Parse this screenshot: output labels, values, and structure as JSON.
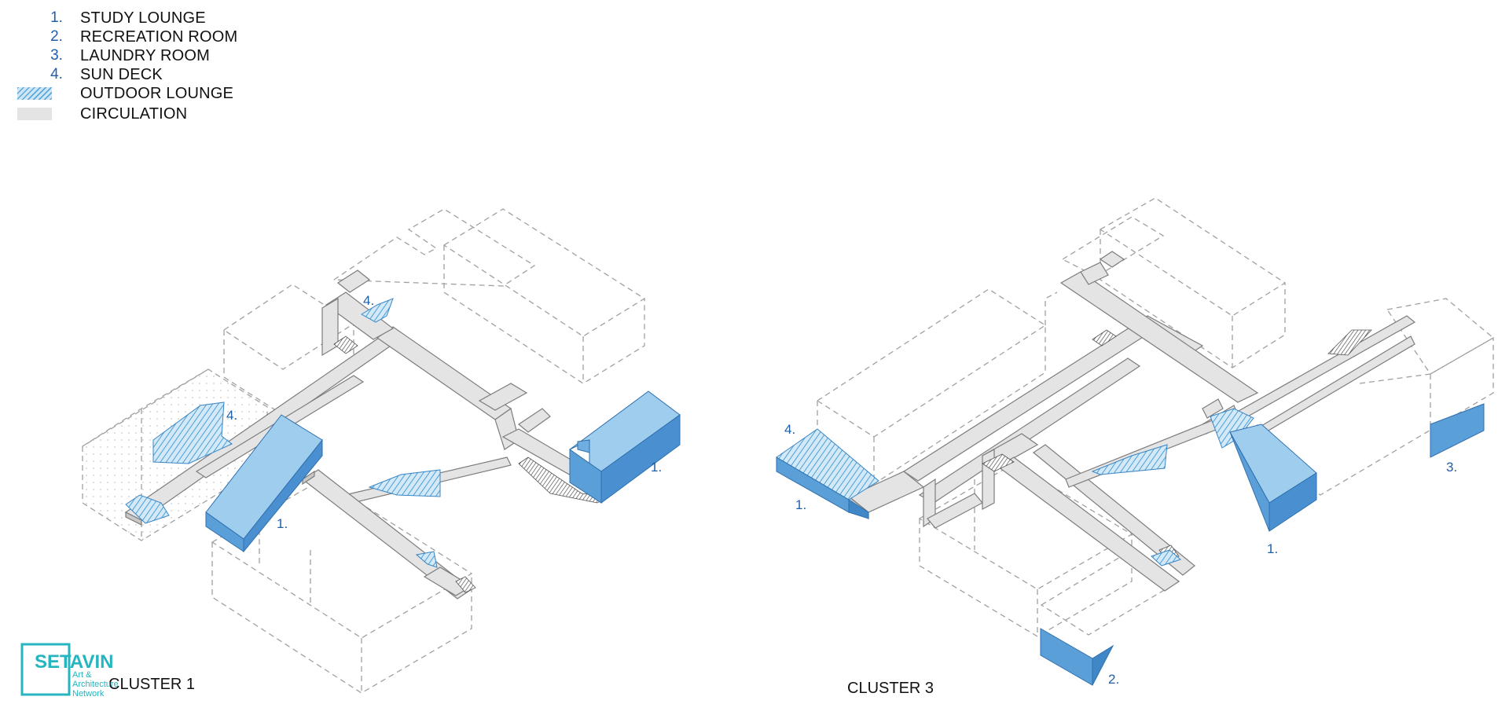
{
  "legend": {
    "items": [
      {
        "number": "1.",
        "label": "STUDY LOUNGE"
      },
      {
        "number": "2.",
        "label": "RECREATION ROOM"
      },
      {
        "number": "3.",
        "label": "LAUNDRY ROOM"
      },
      {
        "number": "4.",
        "label": "SUN DECK"
      }
    ],
    "outdoor_lounge_label": "OUTDOOR LOUNGE",
    "circulation_label": "CIRCULATION"
  },
  "clusters": [
    {
      "title": "CLUSTER 1"
    },
    {
      "title": "CLUSTER 3"
    }
  ],
  "diagram_labels": {
    "c1_sun_deck_top": "4.",
    "c1_sun_deck_left": "4.",
    "c1_study_lounge_center": "1.",
    "c1_study_lounge_right": "1.",
    "c3_sun_deck": "4.",
    "c3_study_lounge_left": "1.",
    "c3_study_lounge_center": "1.",
    "c3_laundry_room": "3.",
    "c3_recreation_room": "2."
  },
  "watermark": {
    "brand": "SETAVIN",
    "tagline_1": "Art &",
    "tagline_2": "Architecture",
    "tagline_3": "Network"
  },
  "colors": {
    "study_lounge_top": "#9fcdee",
    "study_lounge_side": "#5b9fd8",
    "study_lounge_dark": "#3f87c7",
    "circulation": "#e4e4e4",
    "circulation_edge": "#8a8a8a",
    "outline_dashed": "#9a9a9a",
    "label_blue": "#1f5fa8",
    "watermark_teal": "#25b5bf"
  }
}
